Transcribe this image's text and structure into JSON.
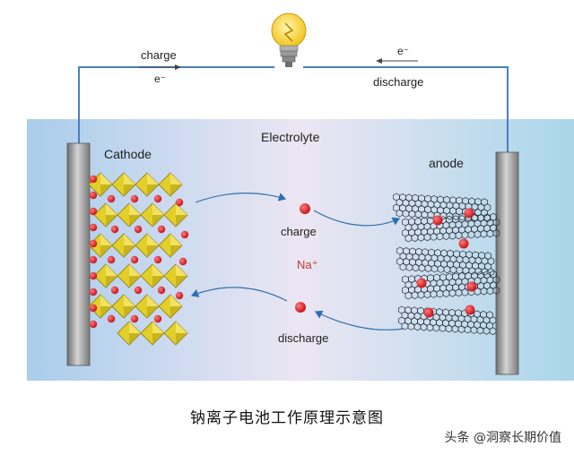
{
  "labels": {
    "top_charge": "charge",
    "top_electron_left": "e⁻",
    "top_electron_right": "e⁻",
    "top_discharge": "discharge",
    "electrolyte": "Electrolyte",
    "cathode": "Cathode",
    "anode": "anode",
    "mid_charge": "charge",
    "ion": "Na⁺",
    "mid_discharge": "discharge"
  },
  "caption": "钠离子电池工作原理示意图",
  "watermark": "头条 @洞察长期价值",
  "colors": {
    "ion": "#d8141a",
    "octahedron": "#e2cf2a",
    "electrode": "#8f8f8f",
    "wire": "#4a7fc1",
    "arrow": "#2f6fb0",
    "ion_label": "#c0392b"
  }
}
